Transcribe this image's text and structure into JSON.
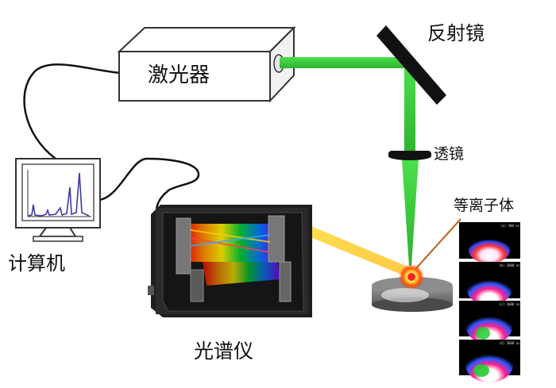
{
  "labels": {
    "laser": "激光器",
    "mirror": "反射镜",
    "lens": "透镜",
    "plasma": "等离子体",
    "computer": "计算机",
    "spectrometer": "光谱仪"
  },
  "colors": {
    "beam": "#3fd13f",
    "beam_dark": "#2aa82a",
    "emission": "#ffcc00",
    "device": "#222222",
    "outline": "#333333"
  },
  "plasma_frames": [
    {
      "tag": "(a) 500 ns"
    },
    {
      "tag": "(b) 1000 ns"
    },
    {
      "tag": "(c) 2000 ns"
    },
    {
      "tag": "(d) 3000 ns"
    }
  ]
}
